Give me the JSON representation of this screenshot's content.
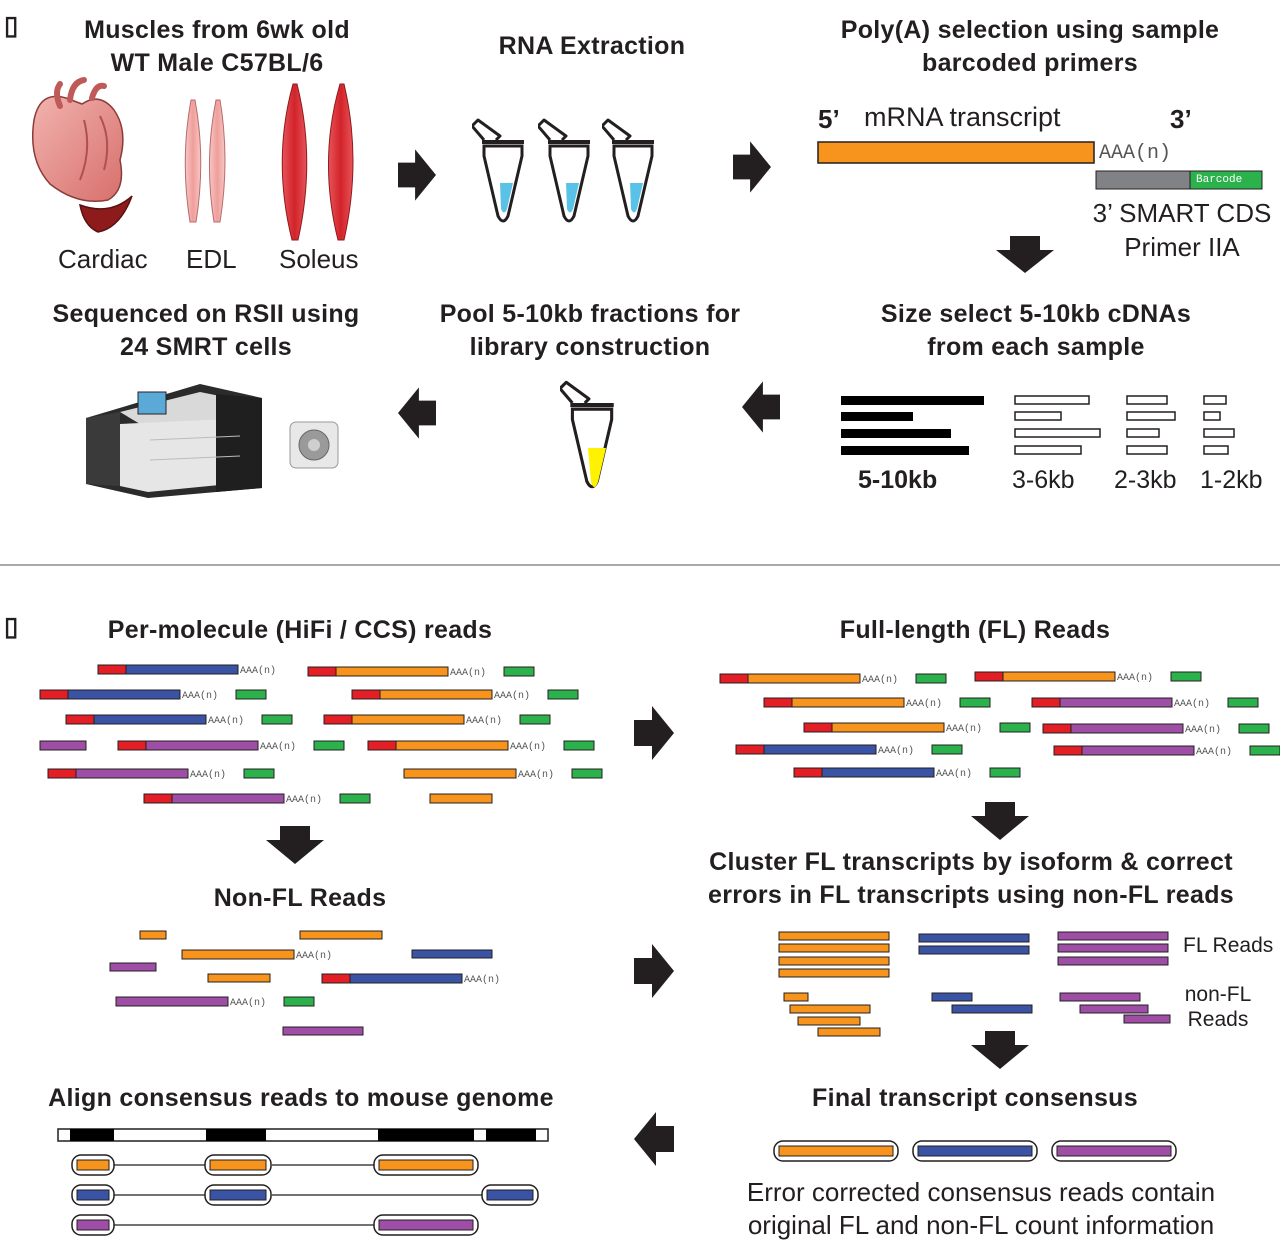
{
  "panel_a": {
    "marker": "▯",
    "muscles": {
      "title": "Muscles from 6wk old\nWT Male C57BL/6",
      "labels": [
        "Cardiac",
        "EDL",
        "Soleus"
      ]
    },
    "rna": {
      "title": "RNA Extraction"
    },
    "polya": {
      "title": "Poly(A) selection using sample\nbarcoded primers",
      "five_prime": "5’",
      "three_prime": "3’",
      "transcript_label": "mRNA transcript",
      "polya_tail": "AAA(n)",
      "barcode": "Barcode",
      "primer_label": "3’ SMART CDS\nPrimer IIA"
    },
    "size_select": {
      "title": "Size select 5-10kb cDNAs\nfrom each sample",
      "fractions": [
        "5-10kb",
        "3-6kb",
        "2-3kb",
        "1-2kb"
      ]
    },
    "pool": {
      "title": "Pool 5-10kb fractions for\nlibrary construction"
    },
    "sequenced": {
      "title": "Sequenced on RSII using\n24 SMRT cells"
    }
  },
  "panel_b": {
    "marker": "▯",
    "ccs_title": "Per-molecule (HiFi / CCS) reads",
    "fl_title": "Full-length (FL) Reads",
    "nonfl_title": "Non-FL Reads",
    "cluster_title": "Cluster FL transcripts by isoform  & correct\nerrors in FL transcripts using non-FL reads",
    "fl_reads_label": "FL Reads",
    "nonfl_reads_label": "non-FL\nReads",
    "final_title": "Final transcript consensus",
    "final_caption": "Error corrected consensus reads contain\noriginal FL and non-FL count information",
    "align_title": "Align consensus reads to mouse genome",
    "polya_tag": "AAA(n)"
  },
  "colors": {
    "orange": "#f7941d",
    "blue": "#3a53a4",
    "purple": "#9e4fa5",
    "red": "#e31e24",
    "green": "#2bb24c",
    "gray": "#808285",
    "muscle_red": "#e1454c",
    "cyan": "#5bc2e7",
    "yellow": "#fff200"
  }
}
